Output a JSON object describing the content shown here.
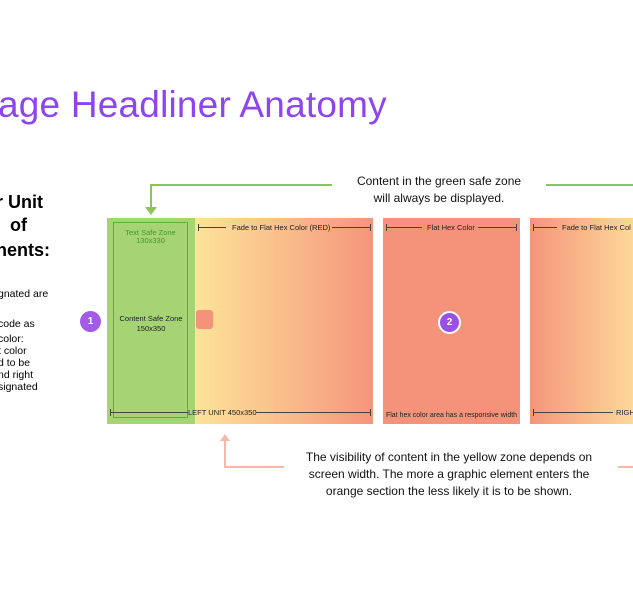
{
  "title": "age Headliner Anatomy",
  "side": {
    "heading": [
      "r Unit",
      "of",
      "nents:"
    ],
    "body": [
      "gnated are",
      "code as",
      "color:",
      "t color",
      "d to be",
      "nd right",
      "signated"
    ]
  },
  "callouts": {
    "green_line1": "Content in the green safe zone",
    "green_line2": "will always be displayed.",
    "yellow_line1": "The visibility of content in the yellow zone depends on",
    "yellow_line2": "screen width. The more a graphic element enters the",
    "yellow_line3": "orange section the less likely it is to be shown."
  },
  "panel1": {
    "text_safe": "Text Safe Zone",
    "text_safe_size": "130x330",
    "content_safe": "Content Safe Zone",
    "content_safe_size": "150x350",
    "fade_label": "Fade to Flat Hex Color (RED)",
    "left_unit": "LEFT UNIT 450x350",
    "badge": "1"
  },
  "panel2": {
    "label": "Flat Hex Color",
    "footer": "Flat hex color area has a responsive width",
    "badge": "2"
  },
  "panel3": {
    "label": "Fade to Flat Hex Col",
    "right_unit": "RIGH"
  },
  "colors": {
    "accent": "#8e45f0",
    "green_zone": "#a6d474",
    "green_line": "#8ec35a",
    "flat_red": "#f4937a",
    "yellow": "#fff2a0",
    "pink_line": "#f6b8a8"
  }
}
